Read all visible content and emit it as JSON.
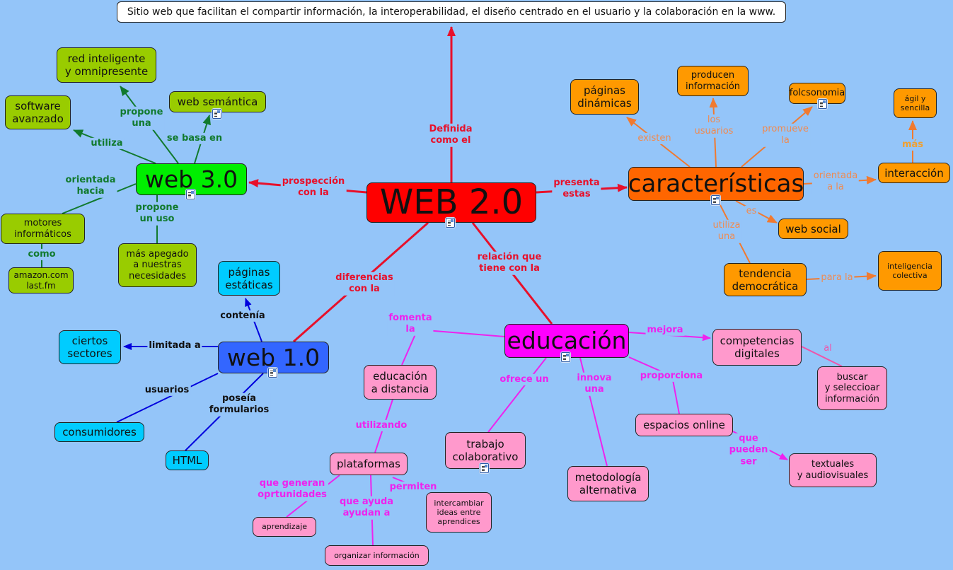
{
  "colors": {
    "background": "#94c5f9",
    "web20": "#ff0000",
    "web30": "#00ee00",
    "web10": "#3366ff",
    "caracteristicas": "#ff6600",
    "educacion": "#ff00ff",
    "green_node": "#99cc00",
    "cyan_node": "#00ccff",
    "orange_node": "#ff9900",
    "pink_node": "#ff99cc",
    "red_link": "#e8102a",
    "green_link": "#117a2e",
    "blue_link": "#0000dd",
    "orange_link": "#f08a50",
    "magenta_link": "#ee22ee"
  },
  "nodes": {
    "definicion": "Sitio web que facilitan el compartir información, la interoperabilidad, el diseño centrado en el usuario y la colaboración en la www.",
    "web20": "WEB  2.0",
    "web30": "web  3.0",
    "web10": "web  1.0",
    "caracteristicas": "características",
    "educacion": "educación",
    "red_inteligente": "red inteligente\ny omnipresente",
    "web_semantica": "web semántica",
    "software_avanzado": "software\navanzado",
    "motores": "motores\ninformáticos",
    "amazon": "amazon.com\nlast.fm",
    "mas_apegado": "más apegado\na nuestras\nnecesidades",
    "paginas_estaticas": "páginas\nestáticas",
    "ciertos_sectores": "ciertos\nsectores",
    "consumidores": "consumidores",
    "html": "HTML",
    "paginas_dinamicas": "páginas\ndinámicas",
    "producen": "producen\ninformación",
    "folcsonomia": "folcsonomia",
    "agil": "ágil y\nsencilla",
    "interaccion": "interacción",
    "web_social": "web social",
    "tendencia": "tendencia\ndemocrática",
    "inteligencia": "inteligencia\ncolectiva",
    "competencias": "competencias\ndigitales",
    "buscar": "buscar\ny seleccioar\ninformación",
    "espacios": "espacios online",
    "textuales": "textuales\ny audiovisuales",
    "metodologia": "metodología\nalternativa",
    "trabajo": "trabajo\ncolaborativo",
    "educ_distancia": "educación\na distancia",
    "plataformas": "plataformas",
    "aprendizaje": "aprendizaje",
    "organizar": "organizar información",
    "intercambiar": "intercambiar\nideas entre\naprendices"
  },
  "links": {
    "definida": "Definida\ncomo el",
    "prospeccion": "prospección\ncon la",
    "presenta": "presenta\nestas",
    "diferencias": "diferencias\ncon la",
    "relacion": "relación que\ntiene con la",
    "propone_una": "propone\nuna",
    "utiliza": "utiliza",
    "se_basa": "se basa en",
    "orientada_hacia": "orientada\nhacia",
    "propone_uso": "propone\nun uso",
    "como": "como",
    "contenia": "contenía",
    "limitada": "limitada a",
    "usuarios": "usuarios",
    "poseia": "poseía\nformularios",
    "existen": "existen",
    "los_usuarios": "los\nusuarios",
    "promueve": "promueve\nla",
    "orientada_a": "orientada\na la",
    "mas": "más",
    "es": "es",
    "utiliza_una": "utiliza\nuna",
    "para_la": "para la",
    "fomenta": "fomenta\nla",
    "mejora": "mejora",
    "ofrece": "ofrece un",
    "innova": "innova\nuna",
    "proporciona": "proporciona",
    "al": "al",
    "que_pueden": "que\npueden\nser",
    "utilizando": "utilizando",
    "que_generan": "que generan\noprtunidades",
    "que_ayuda": "que ayuda\nayudan a",
    "permiten": "permiten"
  }
}
